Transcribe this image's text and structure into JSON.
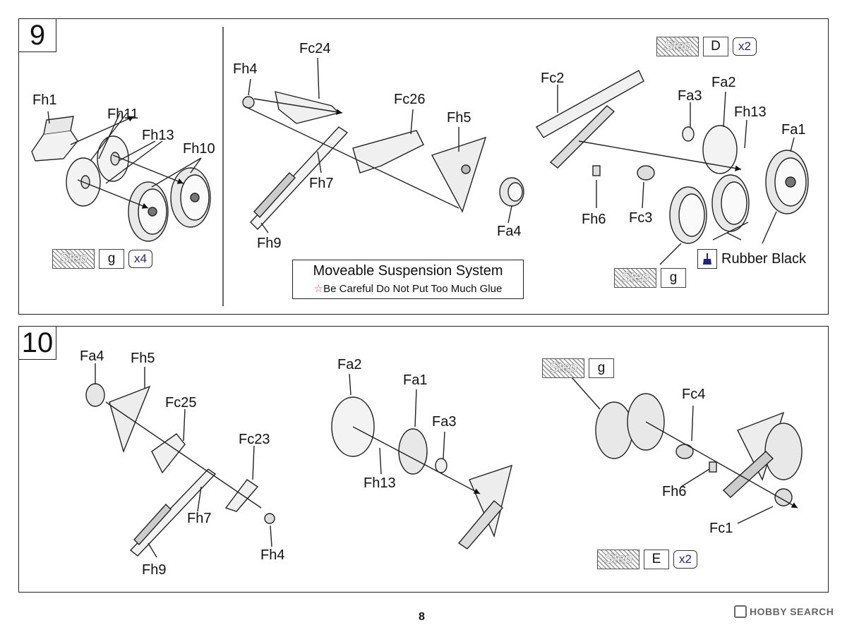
{
  "step9": {
    "number": "9",
    "left_labels": {
      "fh1": "Fh1",
      "fh11": "Fh11",
      "fh13": "Fh13",
      "fh10": "Fh10"
    },
    "left_steptag": {
      "word": "Step",
      "code": "g",
      "mult": "x4"
    },
    "mid_labels": {
      "fc24": "Fc24",
      "fh4": "Fh4",
      "fc26": "Fc26",
      "fh5": "Fh5",
      "fh7": "Fh7",
      "fa4": "Fa4",
      "fh9": "Fh9"
    },
    "notice": {
      "title": "Moveable Suspension System",
      "star": "☆",
      "warning": "Be Careful Do Not Put Too Much Glue"
    },
    "right_top_steptag": {
      "word": "Step",
      "code": "D",
      "mult": "x2"
    },
    "right_labels": {
      "fc2": "Fc2",
      "fa3": "Fa3",
      "fa2": "Fa2",
      "fh13": "Fh13",
      "fa1": "Fa1",
      "fh6": "Fh6",
      "fc3": "Fc3"
    },
    "rubber": "Rubber Black",
    "right_bottom_steptag": {
      "word": "Step",
      "code": "g"
    }
  },
  "step10": {
    "number": "10",
    "left_labels": {
      "fa4": "Fa4",
      "fh5": "Fh5",
      "fc25": "Fc25",
      "fc23": "Fc23",
      "fh7": "Fh7",
      "fh9": "Fh9",
      "fh4": "Fh4"
    },
    "mid_labels": {
      "fa2": "Fa2",
      "fa1": "Fa1",
      "fa3": "Fa3",
      "fh13": "Fh13"
    },
    "right_top_steptag": {
      "word": "Step",
      "code": "g"
    },
    "right_labels": {
      "fc4": "Fc4",
      "fh6": "Fh6",
      "fc1": "Fc1"
    },
    "right_bottom_steptag": {
      "word": "Step",
      "code": "E",
      "mult": "x2"
    }
  },
  "footer": {
    "page": "8",
    "watermark": "HOBBY SEARCH"
  }
}
